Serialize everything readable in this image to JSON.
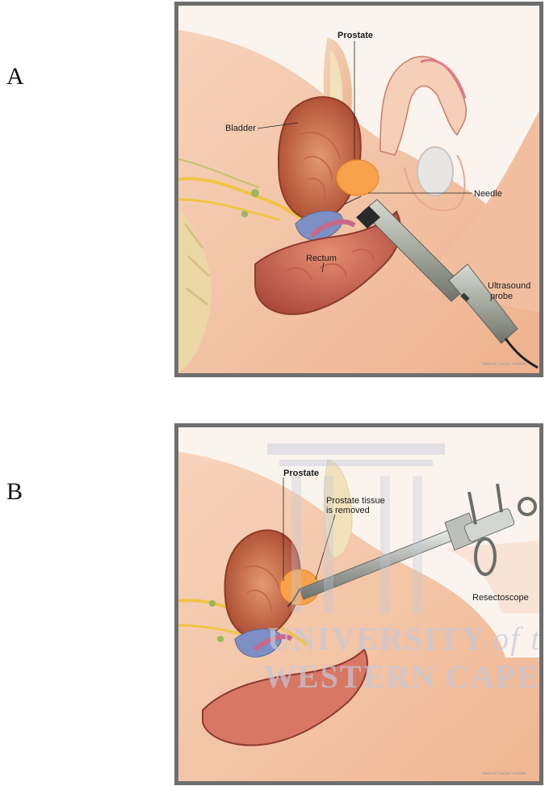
{
  "panels": [
    {
      "letter": "A",
      "labels": {
        "prostate": "Prostate",
        "bladder": "Bladder",
        "needle": "Needle",
        "rectum": "Rectum",
        "ultrasound_line1": "Ultrasound",
        "ultrasound_line2": "probe"
      },
      "credit": "National Cancer Institute"
    },
    {
      "letter": "B",
      "labels": {
        "prostate": "Prostate",
        "tissue_line1": "Prostate tissue",
        "tissue_line2": "is removed",
        "resectoscope": "Resectoscope"
      },
      "credit": "National Cancer Institute",
      "watermark": {
        "line1_main": "UNIVERSITY",
        "line1_italic": "of the",
        "line2": "WESTERN CAPE"
      }
    }
  ],
  "colors": {
    "frame": "#6e6e6e",
    "skin": "#f3c4a5",
    "organ": "#b9573d",
    "prostate": "#f6a04a",
    "bone": "#f0dfb5"
  }
}
